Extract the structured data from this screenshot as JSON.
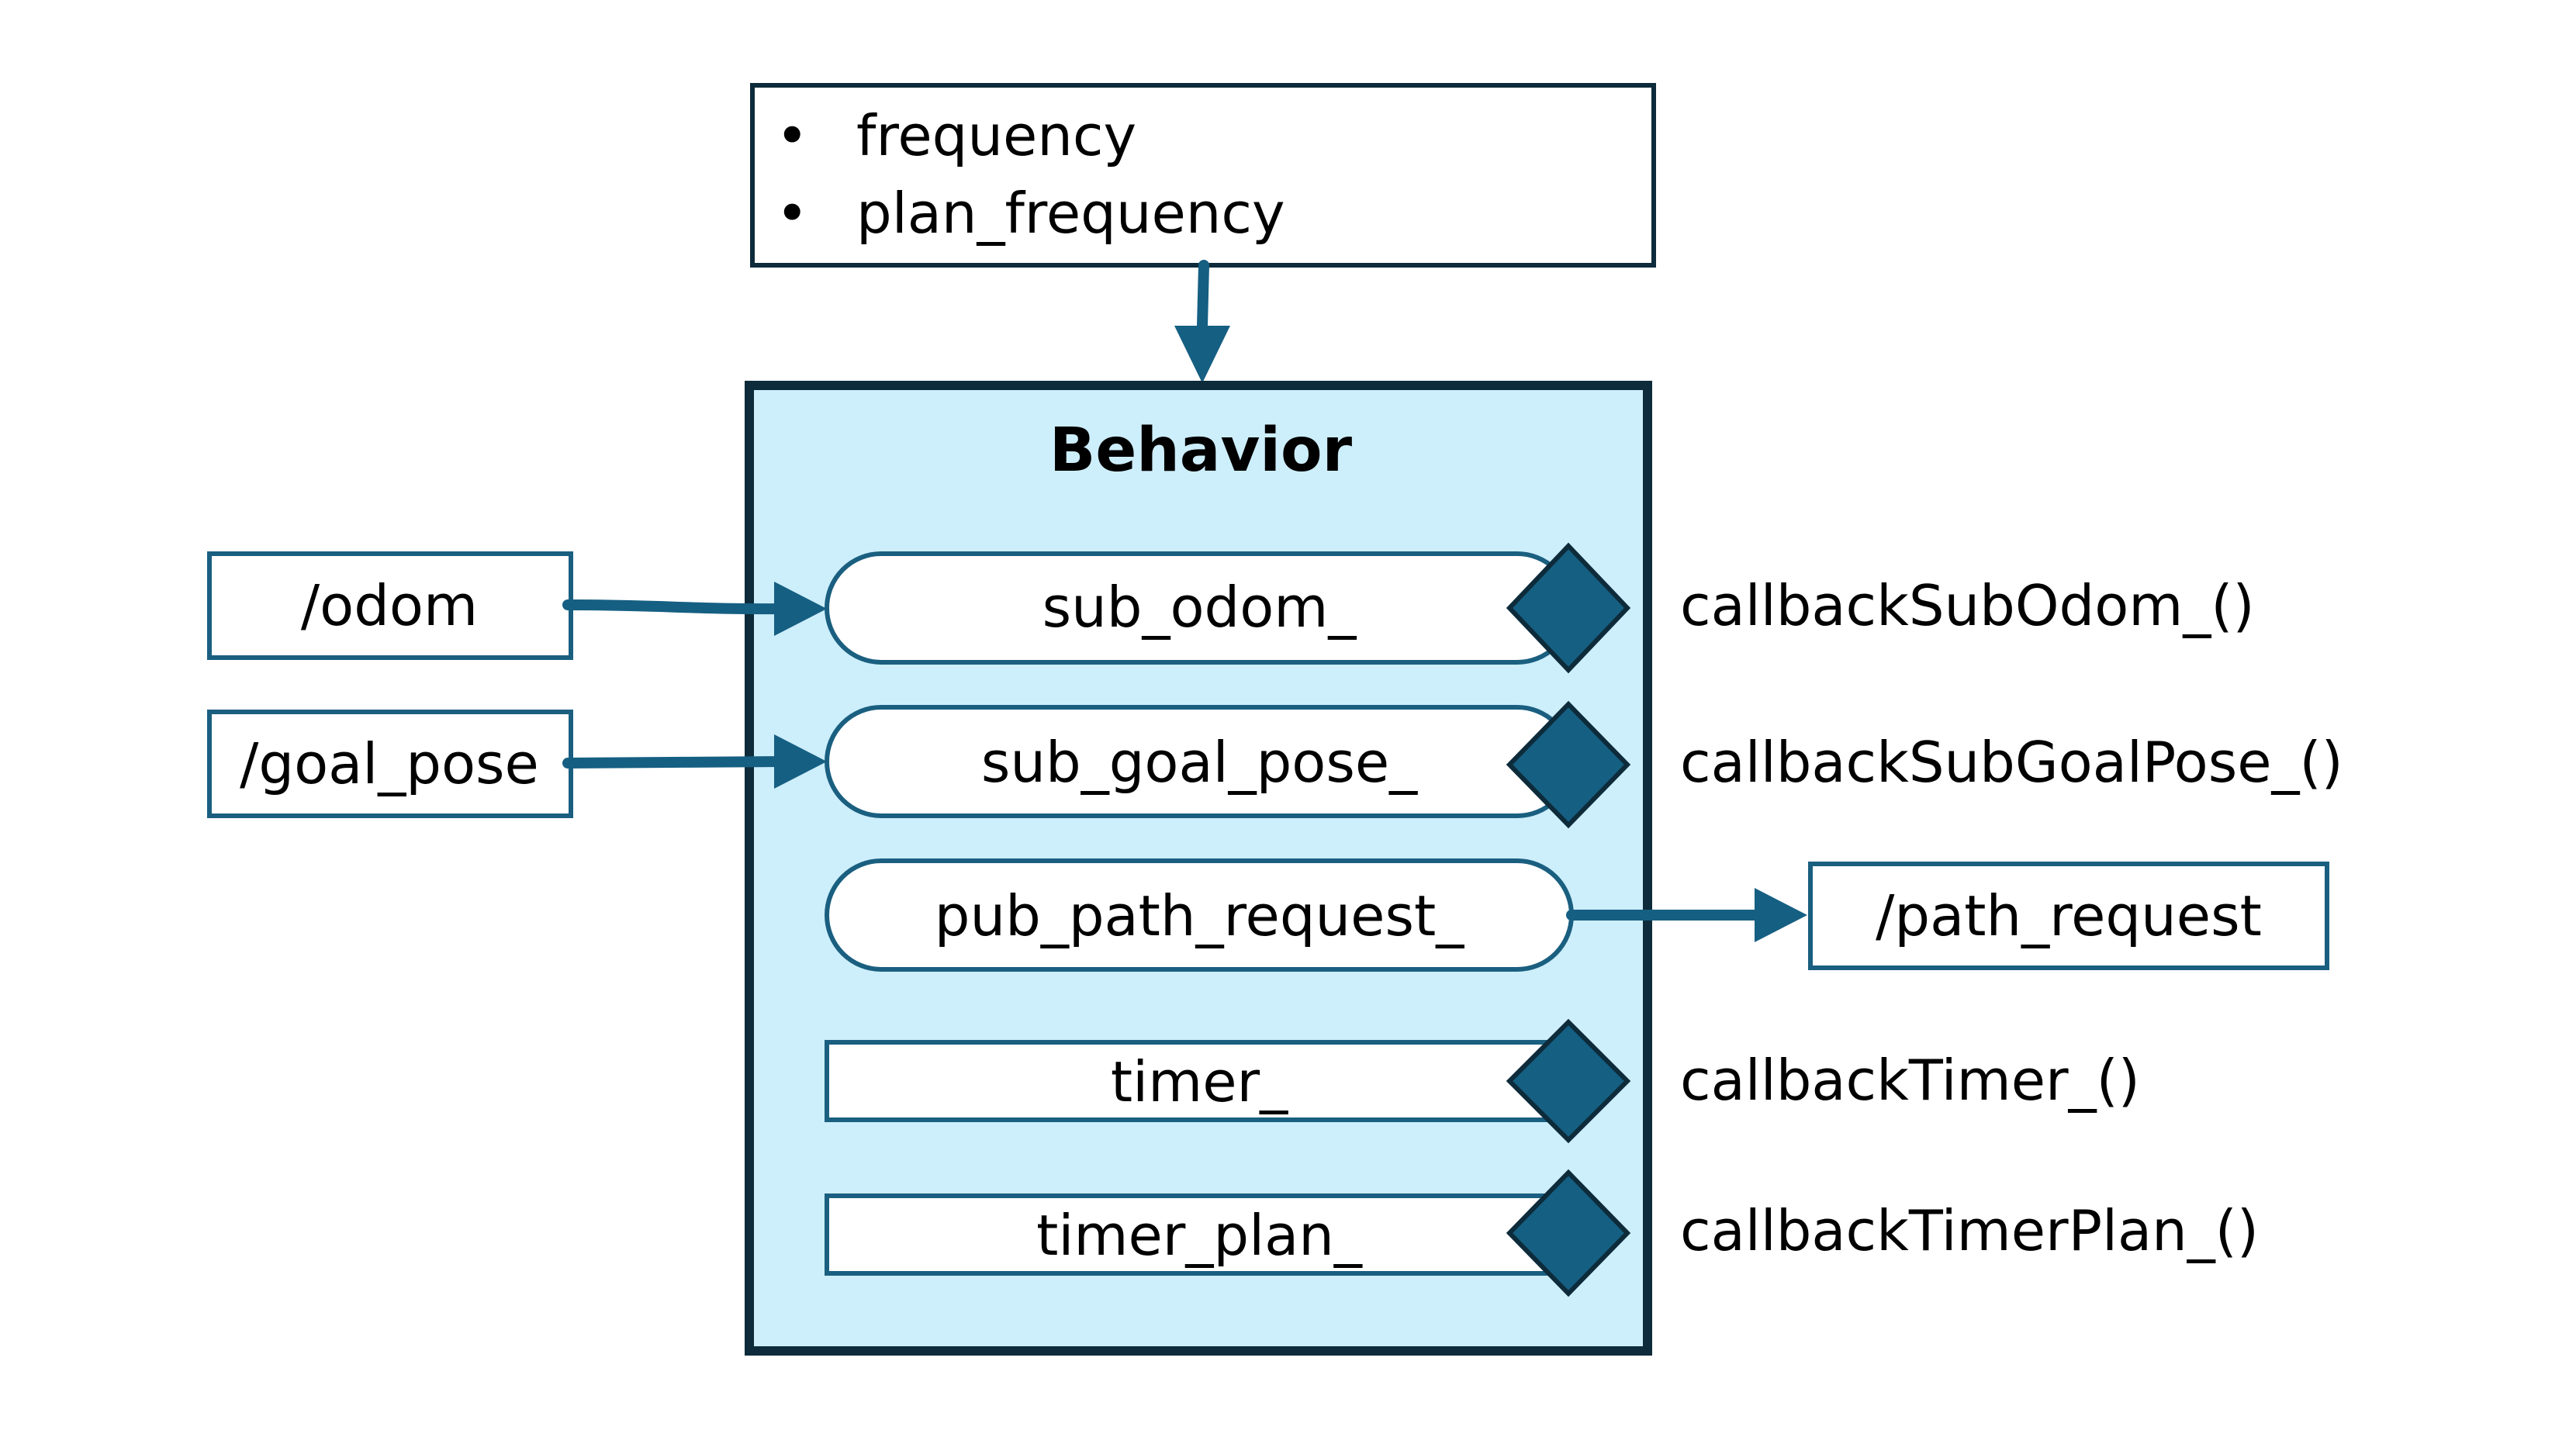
{
  "params": {
    "items": [
      "frequency",
      "plan_frequency"
    ],
    "bullet": "•"
  },
  "node": {
    "title": "Behavior"
  },
  "inputs": {
    "odom": "/odom",
    "goal_pose": "/goal_pose"
  },
  "members": {
    "sub_odom": "sub_odom_",
    "sub_goal_pose": "sub_goal_pose_",
    "pub_path_request": "pub_path_request_",
    "timer": "timer_",
    "timer_plan": "timer_plan_"
  },
  "callbacks": {
    "odom": "callbackSubOdom_()",
    "goal_pose": "callbackSubGoalPose_()",
    "timer": "callbackTimer_()",
    "timer_plan": "callbackTimerPlan_()"
  },
  "outputs": {
    "path_request": "/path_request"
  },
  "colors": {
    "node_fill": "#cdeefb",
    "node_border": "#0d2b3a",
    "accent": "#155f82",
    "box_border": "#1a5f80",
    "params_border": "#0d2b3a"
  }
}
